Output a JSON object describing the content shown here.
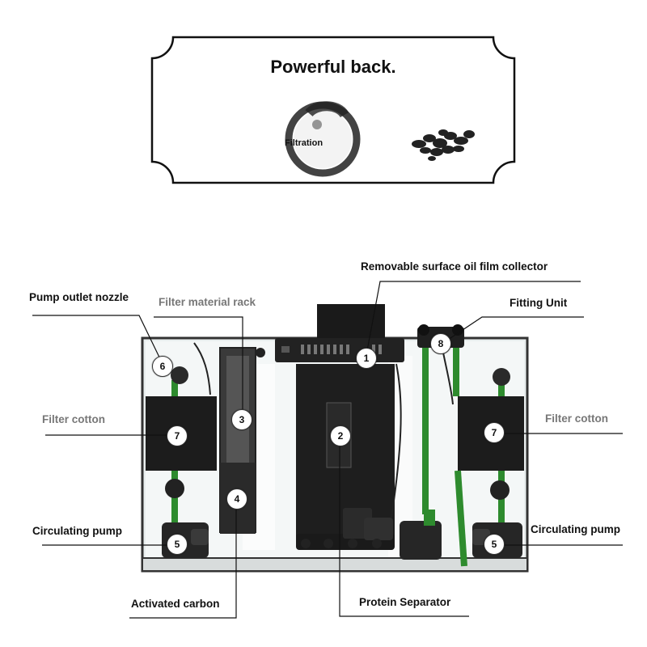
{
  "banner": {
    "title": "Powerful back.",
    "filtration_label": "Filtration"
  },
  "labels": {
    "removable_collector": "Removable surface oil film collector",
    "pump_outlet_nozzle": "Pump outlet nozzle",
    "filter_material_rack": "Filter material rack",
    "fitting_unit": "Fitting Unit",
    "filter_cotton_left": "Filter cotton",
    "filter_cotton_right": "Filter cotton",
    "circulating_pump_left": "Circulating pump",
    "circulating_pump_right": "Circulating pump",
    "activated_carbon": "Activated carbon",
    "protein_separator": "Protein Separator"
  },
  "badges": {
    "b1": "1",
    "b2": "2",
    "b3": "3",
    "b4": "4",
    "b5_left": "5",
    "b5_right": "5",
    "b6": "6",
    "b7_left": "7",
    "b7_right": "7",
    "b8": "8"
  },
  "colors": {
    "tube_green": "#2e8b2e",
    "sponge": "#1c1c1c",
    "glass_edge": "#3a3a3a",
    "label_gray": "#777777"
  }
}
